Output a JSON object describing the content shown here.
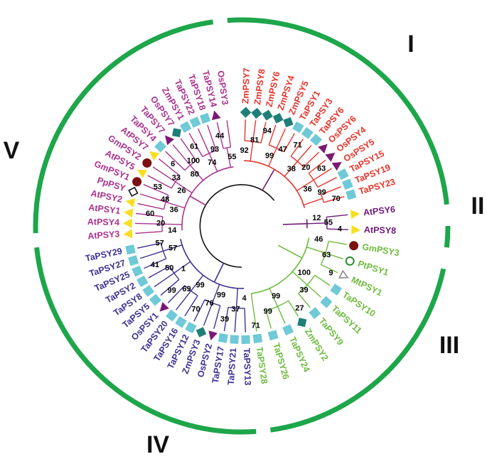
{
  "colors": {
    "I": "#e8332a",
    "II": "#6e1a7a",
    "III": "#6cbb3c",
    "IV": "#3d3191",
    "V": "#a8328f",
    "ring": "#1da64a",
    "root": "#111111",
    "square": "#6fc9d6",
    "diamond": "#1f7f78",
    "triangle": "#7b1a73",
    "yellow": "#f7df1e",
    "circle": "#7b1111"
  },
  "clades": [
    {
      "key": "I",
      "label": "I"
    },
    {
      "key": "II",
      "label": "II"
    },
    {
      "key": "III",
      "label": "III"
    },
    {
      "key": "IV",
      "label": "IV"
    },
    {
      "key": "V",
      "label": "V"
    }
  ],
  "leaves": [
    {
      "name": "ZmPSY7",
      "clade": "I",
      "marker": "diamond"
    },
    {
      "name": "ZmPSY8",
      "clade": "I",
      "marker": "diamond"
    },
    {
      "name": "ZmPSY6",
      "clade": "I",
      "marker": "diamond"
    },
    {
      "name": "ZmPSY4",
      "clade": "I",
      "marker": "diamond"
    },
    {
      "name": "ZmPSY5",
      "clade": "I",
      "marker": "diamond"
    },
    {
      "name": "TaPSY1",
      "clade": "I",
      "marker": "square"
    },
    {
      "name": "TaPSY3",
      "clade": "I",
      "marker": "square"
    },
    {
      "name": "TaPSY6",
      "clade": "I",
      "marker": "square"
    },
    {
      "name": "OsPSY6",
      "clade": "I",
      "marker": "triangle"
    },
    {
      "name": "OsPSY4",
      "clade": "I",
      "marker": "triangle"
    },
    {
      "name": "OsPSY5",
      "clade": "I",
      "marker": "triangle"
    },
    {
      "name": "TaPSY15",
      "clade": "I",
      "marker": "square"
    },
    {
      "name": "TaPSY19",
      "clade": "I",
      "marker": "square"
    },
    {
      "name": "TaPSY23",
      "clade": "I",
      "marker": "square"
    },
    {
      "name": "AtPSY6",
      "clade": "II",
      "marker": "yellow"
    },
    {
      "name": "AtPSY8",
      "clade": "II",
      "marker": "yellow"
    },
    {
      "name": "GmPSY3",
      "clade": "III",
      "marker": "circle"
    },
    {
      "name": "PtPSY1",
      "clade": "III",
      "marker": "open-circle"
    },
    {
      "name": "MtPSY1",
      "clade": "III",
      "marker": "open-triangle"
    },
    {
      "name": "TaPSY10",
      "clade": "III",
      "marker": "square"
    },
    {
      "name": "TaPSY11",
      "clade": "III",
      "marker": "square"
    },
    {
      "name": "TaPSY9",
      "clade": "III",
      "marker": "square"
    },
    {
      "name": "ZmPSY2",
      "clade": "III",
      "marker": "diamond"
    },
    {
      "name": "TaPSY24",
      "clade": "III",
      "marker": "square"
    },
    {
      "name": "TaPSY26",
      "clade": "III",
      "marker": "square"
    },
    {
      "name": "TaPSY28",
      "clade": "III",
      "marker": "square"
    },
    {
      "name": "TaPSY13",
      "clade": "IV",
      "marker": "square"
    },
    {
      "name": "TaPSY21",
      "clade": "IV",
      "marker": "square"
    },
    {
      "name": "TaPSY17",
      "clade": "IV",
      "marker": "square"
    },
    {
      "name": "OsPSY2",
      "clade": "IV",
      "marker": "triangle"
    },
    {
      "name": "ZmPSY3",
      "clade": "IV",
      "marker": "diamond"
    },
    {
      "name": "TaPSY12",
      "clade": "IV",
      "marker": "square"
    },
    {
      "name": "TaPSY16",
      "clade": "IV",
      "marker": "square"
    },
    {
      "name": "TaPSY20",
      "clade": "IV",
      "marker": "square"
    },
    {
      "name": "OsPSY1",
      "clade": "IV",
      "marker": "triangle"
    },
    {
      "name": "TaPSY5",
      "clade": "IV",
      "marker": "square"
    },
    {
      "name": "TaPSY8",
      "clade": "IV",
      "marker": "square"
    },
    {
      "name": "TaPSY2",
      "clade": "IV",
      "marker": "square"
    },
    {
      "name": "TaPSY25",
      "clade": "IV",
      "marker": "square"
    },
    {
      "name": "TaPSY27",
      "clade": "IV",
      "marker": "square"
    },
    {
      "name": "TaPSY29",
      "clade": "IV",
      "marker": "square"
    },
    {
      "name": "AtPSY3",
      "clade": "V",
      "marker": "yellow"
    },
    {
      "name": "AtPSY4",
      "clade": "V",
      "marker": "yellow"
    },
    {
      "name": "AtPSY1",
      "clade": "V",
      "marker": "yellow"
    },
    {
      "name": "AtPSY2",
      "clade": "V",
      "marker": "yellow"
    },
    {
      "name": "PpPSY",
      "clade": "V",
      "marker": "open-diamond"
    },
    {
      "name": "GmPSY1",
      "clade": "V",
      "marker": "circle"
    },
    {
      "name": "AtPSY5",
      "clade": "V",
      "marker": "yellow"
    },
    {
      "name": "GmPSY2",
      "clade": "V",
      "marker": "circle"
    },
    {
      "name": "AtPSY7",
      "clade": "V",
      "marker": "yellow"
    },
    {
      "name": "TaPSY4",
      "clade": "V",
      "marker": "square"
    },
    {
      "name": "TaPSY7",
      "clade": "V",
      "marker": "triangle"
    },
    {
      "name": "OsPSY7",
      "clade": "V",
      "marker": "diamond"
    },
    {
      "name": "ZmPSY1",
      "clade": "V",
      "marker": "square"
    },
    {
      "name": "TaPSY22",
      "clade": "V",
      "marker": "square"
    },
    {
      "name": "TaPSY18",
      "clade": "V",
      "marker": "square"
    },
    {
      "name": "TaPSY14",
      "clade": "V",
      "marker": "triangle"
    },
    {
      "name": "OsPSY3",
      "clade": "V",
      "marker": "none"
    }
  ],
  "bootstraps": [
    {
      "label": "92",
      "clade": "I"
    },
    {
      "label": "81",
      "clade": "I"
    },
    {
      "label": "94",
      "clade": "I"
    },
    {
      "label": "99",
      "clade": "I"
    },
    {
      "label": "47",
      "clade": "I"
    },
    {
      "label": "71",
      "clade": "I"
    },
    {
      "label": "38",
      "clade": "I"
    },
    {
      "label": "20",
      "clade": "I"
    },
    {
      "label": "63",
      "clade": "I"
    },
    {
      "label": "36",
      "clade": "I"
    },
    {
      "label": "99",
      "clade": "I"
    },
    {
      "label": "70",
      "clade": "I"
    },
    {
      "label": "12",
      "clade": "II"
    },
    {
      "label": "55",
      "clade": "II"
    },
    {
      "label": "4",
      "clade": "II"
    },
    {
      "label": "46",
      "clade": "III"
    },
    {
      "label": "63",
      "clade": "III"
    },
    {
      "label": "9",
      "clade": "III"
    },
    {
      "label": "100",
      "clade": "III"
    },
    {
      "label": "39",
      "clade": "III"
    },
    {
      "label": "27",
      "clade": "III"
    },
    {
      "label": "99",
      "clade": "III"
    },
    {
      "label": "99",
      "clade": "III"
    },
    {
      "label": "71",
      "clade": "III"
    },
    {
      "label": "4",
      "clade": "IV"
    },
    {
      "label": "37",
      "clade": "IV"
    },
    {
      "label": "39",
      "clade": "IV"
    },
    {
      "label": "99",
      "clade": "IV"
    },
    {
      "label": "76",
      "clade": "IV"
    },
    {
      "label": "70",
      "clade": "IV"
    },
    {
      "label": "99",
      "clade": "IV"
    },
    {
      "label": "69",
      "clade": "IV"
    },
    {
      "label": "99",
      "clade": "IV"
    },
    {
      "label": "1",
      "clade": "IV"
    },
    {
      "label": "50",
      "clade": "IV"
    },
    {
      "label": "41",
      "clade": "IV"
    },
    {
      "label": "57",
      "clade": "IV"
    },
    {
      "label": "57",
      "clade": "IV"
    },
    {
      "label": "14",
      "clade": "V"
    },
    {
      "label": "20",
      "clade": "V"
    },
    {
      "label": "60",
      "clade": "V"
    },
    {
      "label": "36",
      "clade": "V"
    },
    {
      "label": "48",
      "clade": "V"
    },
    {
      "label": "53",
      "clade": "V"
    },
    {
      "label": "26",
      "clade": "V"
    },
    {
      "label": "33",
      "clade": "V"
    },
    {
      "label": "6",
      "clade": "V"
    },
    {
      "label": "80",
      "clade": "V"
    },
    {
      "label": "100",
      "clade": "V"
    },
    {
      "label": "61",
      "clade": "V"
    },
    {
      "label": "74",
      "clade": "V"
    },
    {
      "label": "93",
      "clade": "V"
    },
    {
      "label": "44",
      "clade": "V"
    },
    {
      "label": "55",
      "clade": "V"
    }
  ]
}
